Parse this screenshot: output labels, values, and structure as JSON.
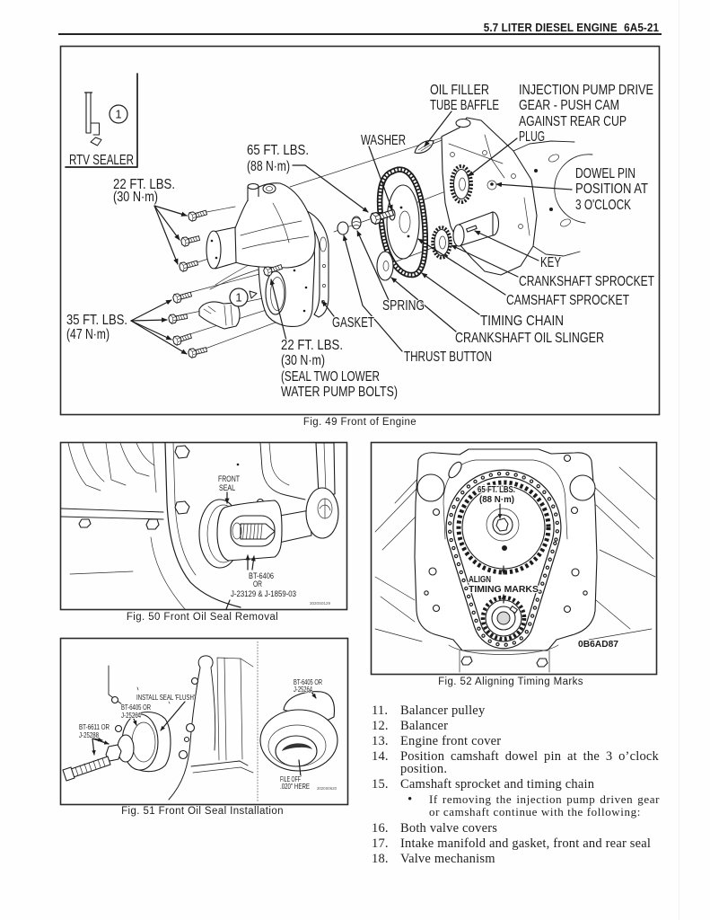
{
  "header": {
    "section_title": "5.7 LITER DIESEL ENGINE",
    "page_number": "6A5-21"
  },
  "icons": {
    "rtv_sealer": "rtv-sealer-tube-icon",
    "callout": "circled-number-callout-icon",
    "bullet": "bullet-icon"
  },
  "figures": {
    "fig49": {
      "caption": "Fig. 49 Front of Engine",
      "legend": {
        "label": "RTV SEALER"
      },
      "callouts": [
        "1",
        "1"
      ],
      "labels": {
        "torque_water_pump_upper": [
          "22 FT. LBS.",
          "(30 N·m)"
        ],
        "torque_camshaft_bolt": [
          "65 FT. LBS.",
          "(88 N·m)"
        ],
        "washer": "WASHER",
        "oil_filler_tube_baffle": [
          "OIL FILLER",
          "TUBE BAFFLE"
        ],
        "injection_pump_drive_gear": [
          "INJECTION PUMP DRIVE",
          "GEAR - PUSH CAM",
          "AGAINST REAR CUP",
          "PLUG"
        ],
        "dowel_pin": [
          "DOWEL PIN",
          "POSITION AT",
          "3 O'CLOCK"
        ],
        "key": "KEY",
        "crankshaft_sprocket": "CRANKSHAFT SPROCKET",
        "camshaft_sprocket": "CAMSHAFT SPROCKET",
        "spring": "SPRING",
        "gasket": "GASKET",
        "timing_chain": "TIMING CHAIN",
        "crankshaft_oil_slinger": "CRANKSHAFT OIL SLINGER",
        "thrust_button": "THRUST BUTTON",
        "torque_front_cover": [
          "35 FT. LBS.",
          "(47 N·m)"
        ],
        "torque_water_pump_lower": [
          "22 FT. LBS.",
          "(30 N·m)",
          "(SEAL TWO LOWER",
          "WATER PUMP BOLTS)"
        ]
      }
    },
    "fig50": {
      "caption": "Fig. 50 Front Oil Seal Removal",
      "labels": {
        "front_seal": [
          "FRONT",
          "SEAL"
        ],
        "tool": [
          "BT-6406",
          "OR",
          "J-23129 & J-1859-03"
        ],
        "code": "3020S0129"
      }
    },
    "fig51": {
      "caption": "Fig. 51 Front Oil Seal Installation",
      "labels": {
        "install_seal": "INSTALL SEAL 'FLUSH'",
        "installer": [
          "BT-6405 OR",
          "J-25264"
        ],
        "screw": [
          "BT-6611 OR",
          "J-25288"
        ],
        "installer_detail": [
          "BT-6405 OR",
          "J-25264"
        ],
        "file_off": [
          "FILE OFF",
          ".020\" HERE"
        ],
        "code": "3020S0620"
      }
    },
    "fig52": {
      "caption": "Fig. 52 Aligning Timing Marks",
      "labels": {
        "torque": [
          "65 FT. LBS.",
          "(88 N·m)"
        ],
        "align_timing_marks": [
          "ALIGN",
          "TIMING MARKS"
        ],
        "code": "0B6AD87"
      }
    }
  },
  "procedure": {
    "steps": [
      {
        "number": "11.",
        "text": "Balancer pulley"
      },
      {
        "number": "12.",
        "text": "Balancer"
      },
      {
        "number": "13.",
        "text": "Engine front cover"
      },
      {
        "number": "14.",
        "text": "Position camshaft dowel pin at the 3 o’clock position."
      },
      {
        "number": "15.",
        "text": "Camshaft sprocket and timing chain"
      },
      {
        "number": "16.",
        "text": "Both valve covers"
      },
      {
        "number": "17.",
        "text": "Intake manifold and gasket, front and rear seal"
      },
      {
        "number": "18.",
        "text": "Valve mechanism"
      }
    ],
    "note": {
      "bullet": "•",
      "lines": [
        "If removing the injection pump driven gear",
        "or camshaft continue with the following:"
      ]
    }
  }
}
